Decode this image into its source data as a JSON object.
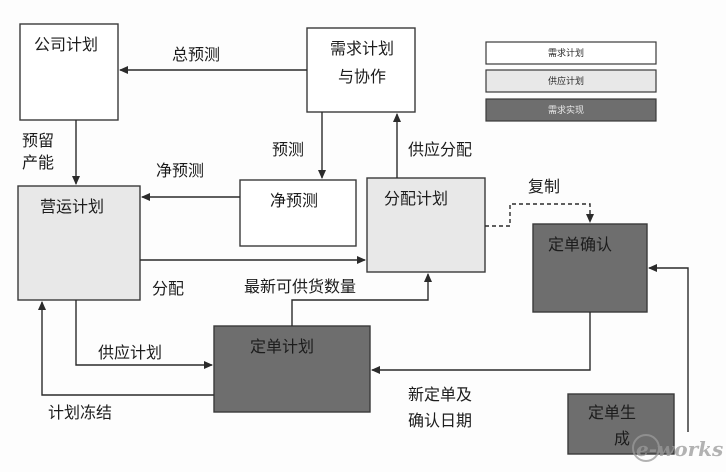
{
  "colors": {
    "box_white": "#ffffff",
    "box_light": "#e8e8e8",
    "box_dark": "#6e6e6e",
    "stroke": "#3a3a3a",
    "arrow": "#2b2b2b"
  },
  "nodes": {
    "company_plan": "公司计划",
    "demand_plan_line1": "需求计划",
    "demand_plan_line2": "与协作",
    "ops_plan": "营运计划",
    "net_forecast": "净预测",
    "allocation_plan": "分配计划",
    "order_confirm": "定单确认",
    "order_plan": "定单计划",
    "order_gen_line1": "定单生",
    "order_gen_line2": "成"
  },
  "edges": {
    "total_forecast": "总预测",
    "reserve_capacity_line1": "预留",
    "reserve_capacity_line2": "产能",
    "forecast": "预测",
    "net_forecast": "净预测",
    "supply_allocation": "供应分配",
    "copy": "复制",
    "allocation": "分配",
    "latest_available_qty": "最新可供货数量",
    "supply_plan": "供应计划",
    "plan_freeze": "计划冻结",
    "new_order_line1": "新定单及",
    "new_order_line2": "确认日期"
  },
  "legend": {
    "demand_plan": "需求计划",
    "supply_plan": "供应计划",
    "demand_fulfillment": "需求实现"
  },
  "watermark": {
    "logo_text": "e-works"
  }
}
